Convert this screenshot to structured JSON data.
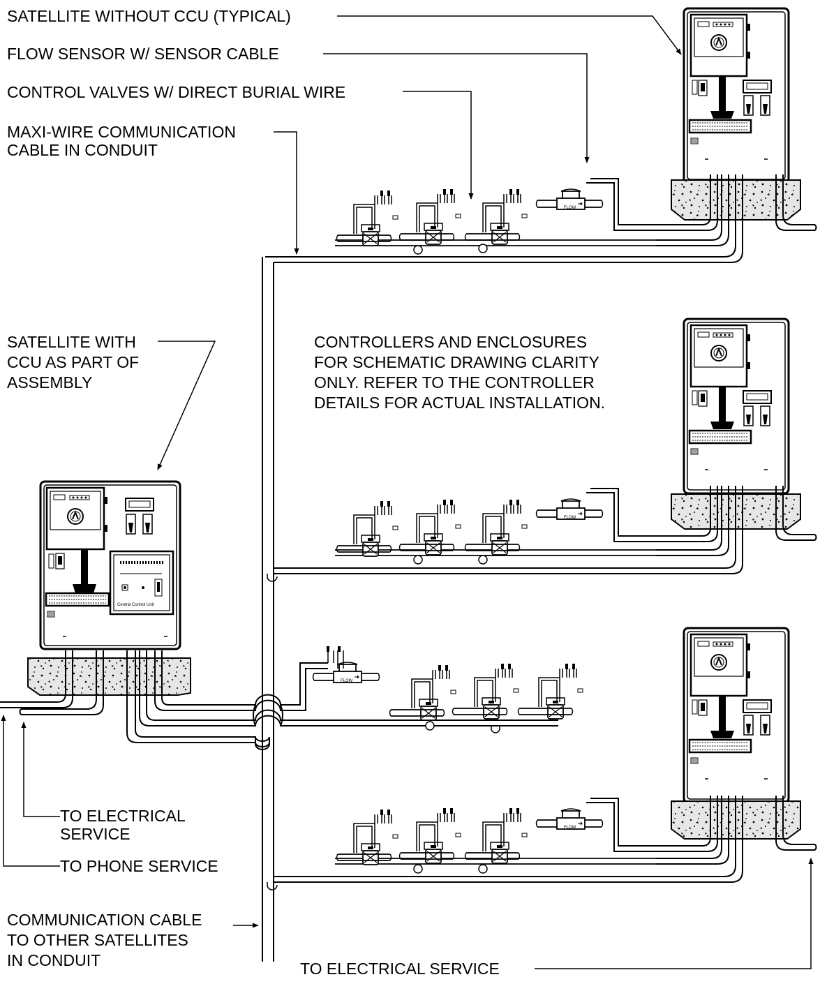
{
  "callouts": {
    "satellite_without_ccu": "SATELLITE WITHOUT CCU (TYPICAL)",
    "flow_sensor": "FLOW SENSOR W/ SENSOR CABLE",
    "control_valves": "CONTROL VALVES W/ DIRECT BURIAL WIRE",
    "maxi_wire": [
      "MAXI-WIRE COMMUNICATION",
      "CABLE IN CONDUIT"
    ],
    "satellite_with_ccu": [
      "SATELLITE WITH",
      "CCU AS PART OF",
      "ASSEMBLY"
    ],
    "note": [
      "CONTROLLERS AND ENCLOSURES",
      "FOR SCHEMATIC DRAWING CLARITY",
      "ONLY.  REFER TO THE CONTROLLER",
      "DETAILS FOR ACTUAL INSTALLATION."
    ],
    "to_electrical_service_left": [
      "TO ELECTRICAL",
      "SERVICE"
    ],
    "to_phone_service": "TO PHONE SERVICE",
    "communication_cable": [
      "COMMUNICATION CABLE",
      "TO OTHER SATELLITES",
      "IN CONDUIT"
    ],
    "to_electrical_service_bottom": "TO ELECTRICAL SERVICE"
  },
  "components": {
    "flow_label": "FLOW",
    "ccu_label": "Central Control Unit"
  },
  "colors": {
    "line": "#000000",
    "background": "#ffffff",
    "concrete": "#e6e6e6"
  }
}
